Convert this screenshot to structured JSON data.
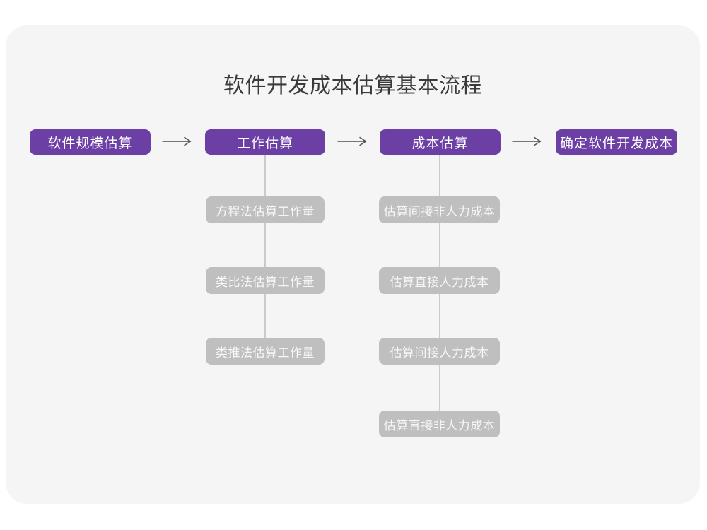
{
  "page": {
    "title": "软件开发成本估算基本流程"
  },
  "flow": {
    "stages": [
      {
        "label": "软件规模估算"
      },
      {
        "label": "工作估算"
      },
      {
        "label": "成本估算"
      },
      {
        "label": "确定软件开发成本"
      }
    ],
    "work_estimation_methods": [
      {
        "label": "方程法估算工作量"
      },
      {
        "label": "类比法估算工作量"
      },
      {
        "label": "类推法估算工作量"
      }
    ],
    "cost_estimation_steps": [
      {
        "label": "估算间接非人力成本"
      },
      {
        "label": "估算直接人力成本"
      },
      {
        "label": "估算间接人力成本"
      },
      {
        "label": "估算直接非人力成本"
      }
    ]
  },
  "colors": {
    "stage_box": "#6B3FA4",
    "stage_text": "#FFFFFF",
    "sub_box": "#BFBFBF",
    "sub_text": "#F7F7F7",
    "connector_line": "#CBCBCB",
    "arrow": "#4D4D4D",
    "canvas_card": "#F5F5F6",
    "page_background": "#FFFFFF",
    "title_text": "#3A3A3A"
  }
}
